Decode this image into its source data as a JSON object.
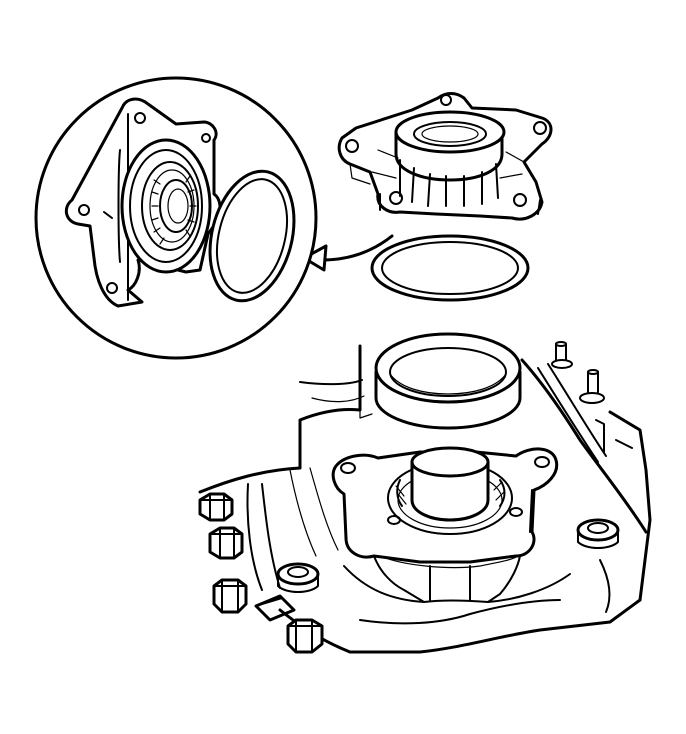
{
  "figure": {
    "kind": "exploded service illustration",
    "colors": {
      "line": "#000000",
      "background": "#ffffff"
    },
    "parts": [
      {
        "id": "detail-view",
        "icon": "magnified-detail-circle"
      },
      {
        "id": "bearing-retainer",
        "icon": "five-lobe-flange-housing"
      },
      {
        "id": "o-ring-seal",
        "icon": "o-ring"
      },
      {
        "id": "bearing-race",
        "icon": "bearing-cup-ring"
      },
      {
        "id": "transmission-case",
        "icon": "case-housing"
      },
      {
        "id": "callout-arrow",
        "icon": "curved-arrow"
      }
    ]
  }
}
